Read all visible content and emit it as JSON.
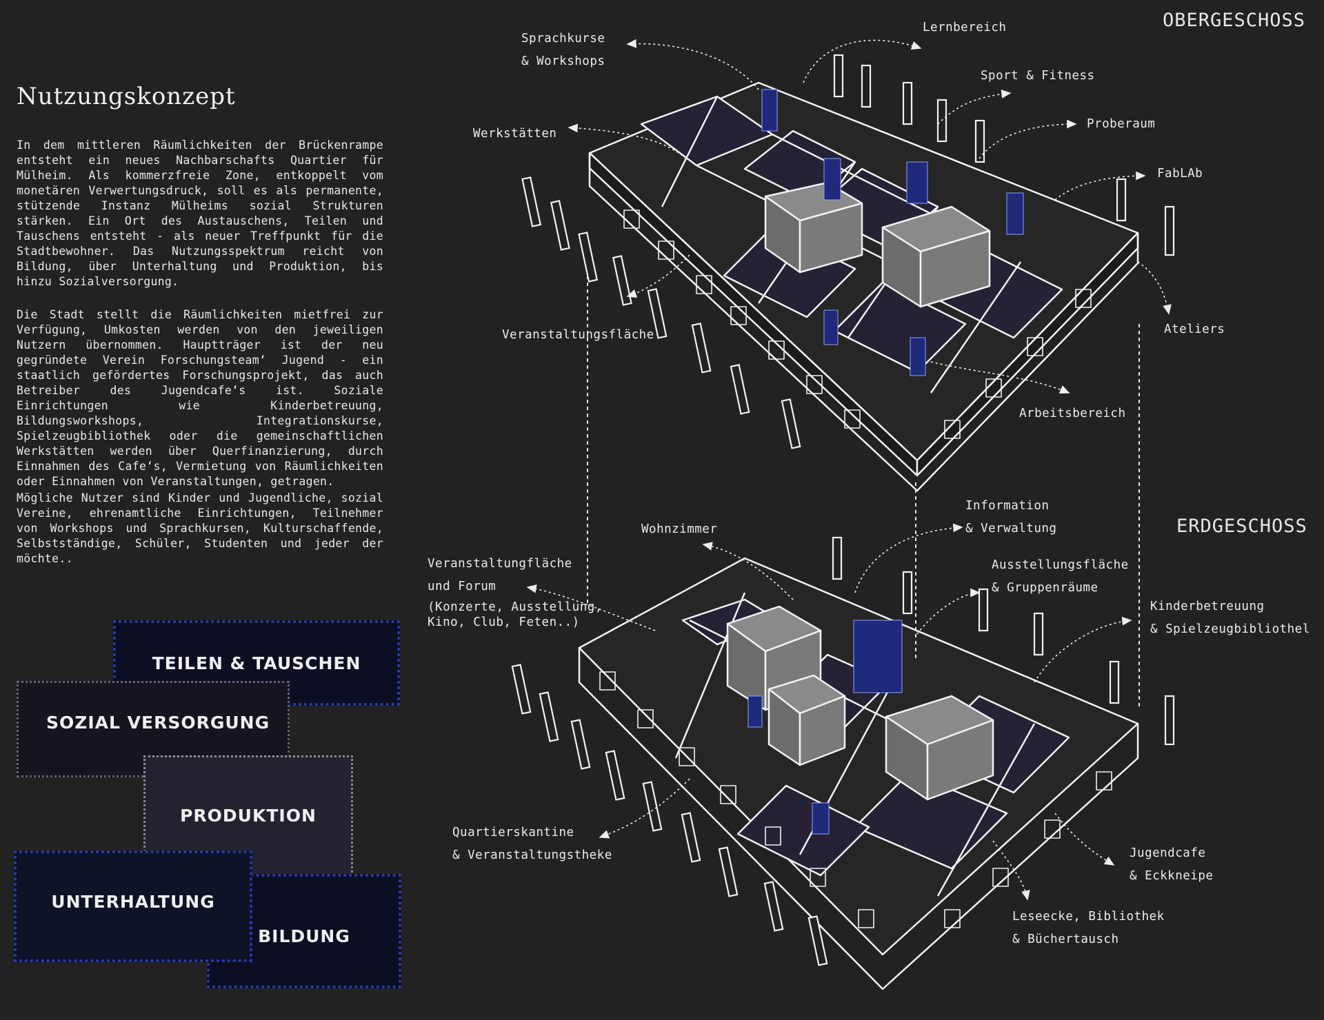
{
  "title": "Nutzungskonzept",
  "paragraphs": [
    "In dem mittleren Räumlichkeiten der Brückenrampe entsteht ein neues Nachbarschafts Quartier für Mülheim. Als kommerzfreie Zone, entkoppelt vom monetären Verwertungsdruck, soll es als permanente, stützende Instanz Mülheims sozial Strukturen stärken. Ein Ort des Austauschens, Teilen und Tauschens entsteht - als neuer Treffpunkt für die Stadtbewohner. Das Nutzungsspektrum reicht von Bildung, über Unterhaltung und Produktion, bis hinzu Sozialversorgung.",
    "Die Stadt stellt die Räumlichkeiten mietfrei zur Verfügung, Umkosten werden von den jeweiligen Nutzern übernommen. Hauptträger ist der neu gegründete Verein Forschungsteam‘ Jugend - ein staatlich gefördertes Forschungsprojekt, das auch Betreiber des Jugendcafe‘s ist. Soziale Einrichtungen wie Kinderbetreuung, Bildungsworkshops, Integrationskurse, Spielzeugbibliothek oder die gemeinschaftlichen Werkstätten werden über Querfinanzierung, durch Einnahmen des Cafe‘s, Vermietung von Räumlichkeiten oder Einnahmen von Veranstaltungen, getragen.",
    "Mögliche Nutzer sind Kinder und Jugendliche, sozial Vereine, ehrenamtliche Einrichtungen, Teilnehmer von Workshops und Sprachkursen, Kulturschaffende, Selbstständige, Schüler, Studenten und jeder der möchte.."
  ],
  "categories": {
    "teilen": "TEILEN & TAUSCHEN",
    "sozial": "SOZIAL VERSORGUNG",
    "produktion": "PRODUKTION",
    "unterhaltung": "UNTERHALTUNG",
    "bildung": "BILDUNG"
  },
  "colors": {
    "background": "#222222",
    "accent_blue": "#2b3fb0",
    "line": "#f2f2f2"
  },
  "floors": {
    "upper": {
      "heading": "OBERGESCHOSS",
      "labels": {
        "sprachkurse": "Sprachkurse\n& Workshops",
        "lernbereich": "Lernbereich",
        "sport": "Sport & Fitness",
        "probeaum": "Proberaum",
        "werkstaetten": "Werkstätten",
        "fablab": "FabLAb",
        "veranstaltung": "Veranstaltungsfläche",
        "ateliers": "Ateliers",
        "arbeit": "Arbeitsbereich"
      }
    },
    "ground": {
      "heading": "ERDGESCHOSS",
      "labels": {
        "wohnzimmer": "Wohnzimmer",
        "information": "Information\n& Verwaltung",
        "forum": "Veranstaltungfläche\nund Forum",
        "forum_note": "(Konzerte, Ausstellung,\nKino, Club, Feten..)",
        "ausstellung": "Ausstellungsfläche\n& Gruppenräume",
        "kinder": "Kinderbetreuung\n& Spielzeugbibliothel",
        "kantine": "Quartierskantine\n& Veranstaltungstheke",
        "jugendcafe": "Jugendcafe\n& Eckkneipe",
        "leseecke": "Leseecke, Bibliothek\n& Büchertausch"
      }
    }
  }
}
